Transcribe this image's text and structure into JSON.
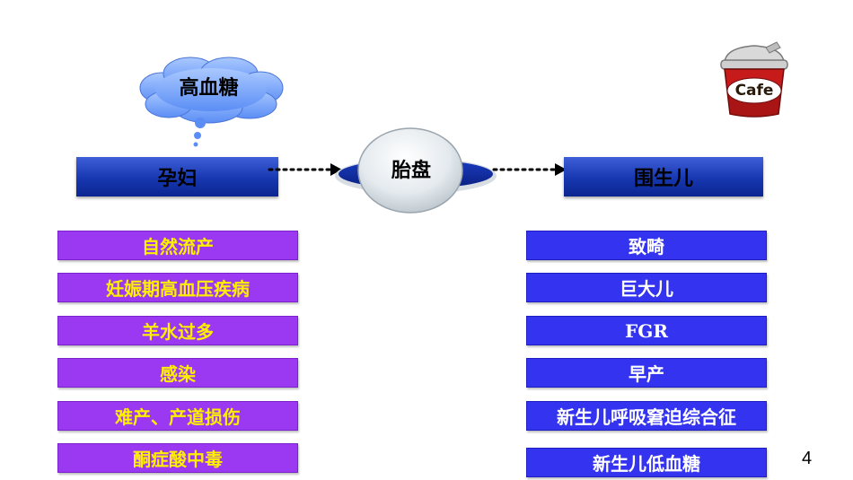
{
  "cloud_label": "高血糖",
  "mother_label": "孕妇",
  "placenta_label": "胎盘",
  "newborn_label": "围生儿",
  "mother_effects": [
    "自然流产",
    "妊娠期高血压疾病",
    "羊水过多",
    "感染",
    "难产、产道损伤",
    "酮症酸中毒"
  ],
  "newborn_effects": [
    "致畸",
    "巨大儿",
    "FGR",
    "早产",
    "新生儿呼吸窘迫综合征",
    "新生儿低血糖"
  ],
  "cafe_label": "Cafe",
  "page_number": "4",
  "colors": {
    "purple_box": "#9a38f2",
    "purple_text": "#fff000",
    "blue_box": "#3333f0",
    "blue_text": "#ffffff",
    "banner": "#1737b0"
  }
}
